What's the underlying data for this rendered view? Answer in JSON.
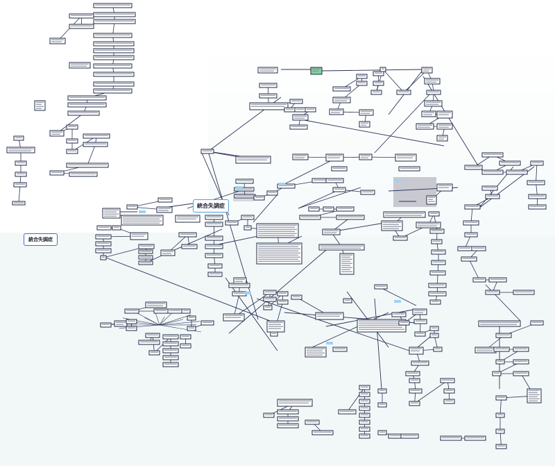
{
  "diagram": {
    "type": "mind-map",
    "central_topic": "統合失調症",
    "side_label": "統合失調症",
    "colors": {
      "node_border": "#1f2a44",
      "edge": "#2a3157",
      "highlight_green": "#7fd39a",
      "shaded_region": "#c9c9d2",
      "accent_blue": "#3a72c9",
      "background_lower": "#f2f8f8"
    }
  }
}
